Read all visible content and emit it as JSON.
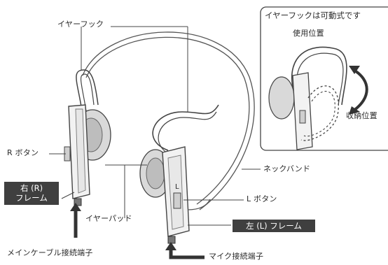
{
  "labels": {
    "ear_hook": "イヤーフック",
    "r_button": "R ボタン",
    "r_frame_line1": "右 (R)",
    "r_frame_line2": "フレーム",
    "ear_pad": "イヤーパッド",
    "main_cable_terminal": "メインケーブル接続端子",
    "neckband": "ネックバンド",
    "l_button": "L ボタン",
    "l_frame": "左 (L) フレーム",
    "mic_terminal": "マイク接続端子",
    "button_letter_l": "L"
  },
  "inset": {
    "title": "イヤーフックは可動式です",
    "use_position": "使用位置",
    "storage_position": "収納位置"
  }
}
